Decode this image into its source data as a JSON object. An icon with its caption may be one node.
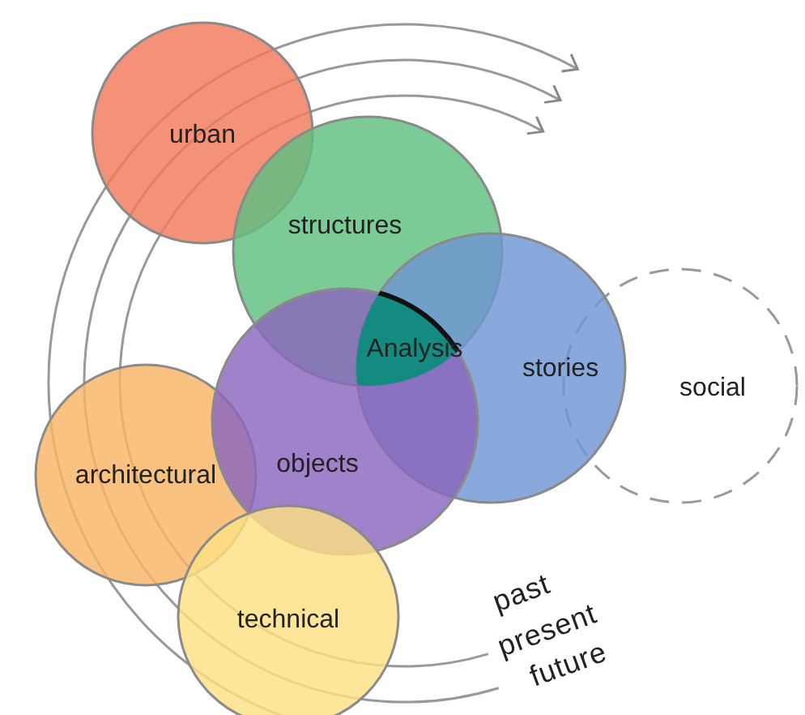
{
  "diagram": {
    "nodes": [
      {
        "text": [
          "urban"
        ]
      },
      {
        "text": [
          "structures"
        ]
      },
      {
        "text": [
          "Analysis"
        ]
      },
      {
        "text": [
          "stories"
        ]
      },
      {
        "text": [
          "social"
        ]
      },
      {
        "text": [
          "architectural"
        ]
      },
      {
        "text": [
          "objects"
        ]
      },
      {
        "text": [
          "technical"
        ]
      }
    ],
    "labels": [
      "past",
      "present",
      "future"
    ]
  }
}
